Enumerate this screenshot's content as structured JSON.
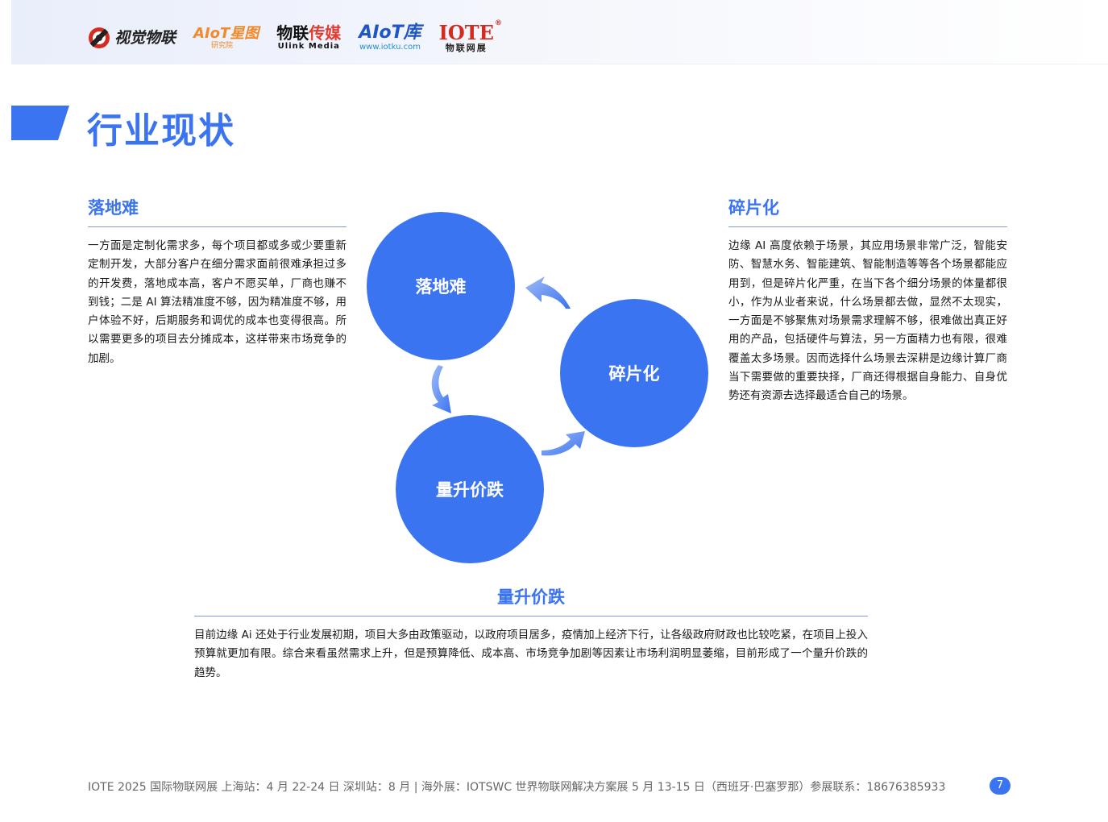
{
  "header": {
    "logos": {
      "shijue": "视觉物联",
      "aiot_top": "AIoT星图",
      "aiot_bottom": "研究院",
      "ulink_a": "物联",
      "ulink_b": "传媒",
      "ulink_bottom": "Ulink Media",
      "aiotku_top": "AIoT库",
      "aiotku_bottom": "www.iotku.com",
      "iote_top": "IOTE",
      "iote_reg": "®",
      "iote_bottom": "物联网展"
    }
  },
  "page_title": "行业现状",
  "sections": {
    "left": {
      "heading": "落地难",
      "body": "一方面是定制化需求多，每个项目都或多或少要重新定制开发，大部分客户在细分需求面前很难承担过多的开发费，落地成本高，客户不愿买单，厂商也赚不到钱；二是 AI 算法精准度不够，因为精准度不够，用户体验不好，后期服务和调优的成本也变得很高。所以需要更多的项目去分摊成本，这样带来市场竞争的加剧。"
    },
    "right": {
      "heading": "碎片化",
      "body": "边缘 AI 高度依赖于场景，其应用场景非常广泛，智能安防、智慧水务、智能建筑、智能制造等等各个场景都能应用到，但是碎片化严重，在当下各个细分场景的体量都很小，作为从业者来说，什么场景都去做，显然不太现实，一方面是不够聚焦对场景需求理解不够，很难做出真正好用的产品，包括硬件与算法，另一方面精力也有限，很难覆盖太多场景。因而选择什么场景去深耕是边缘计算厂商当下需要做的重要抉择，厂商还得根据自身能力、自身优势还有资源去选择最适合自己的场景。"
    },
    "bottom": {
      "heading": "量升价跌",
      "body": "目前边缘 Ai 还处于行业发展初期，项目大多由政策驱动，以政府项目居多，疫情加上经济下行，让各级政府财政也比较吃紧，在项目上投入预算就更加有限。综合来看虽然需求上升，但是预算降低、成本高、市场竞争加剧等因素让市场利润明显萎缩，目前形成了一个量升价跌的趋势。"
    }
  },
  "diagram": {
    "nodes": [
      "落地难",
      "碎片化",
      "量升价跌"
    ],
    "color": "#3b74f0"
  },
  "footer": {
    "text": "IOTE 2025 国际物联网展 上海站：4 月 22-24 日 深圳站：8 月 | 海外展：IOTSWC 世界物联网解决方案展 5 月 13-15 日（西班牙·巴塞罗那）参展联系：18676385933",
    "page_number": "7"
  },
  "colors": {
    "accent": "#3b74f0",
    "divider": "#7c9bd9"
  }
}
